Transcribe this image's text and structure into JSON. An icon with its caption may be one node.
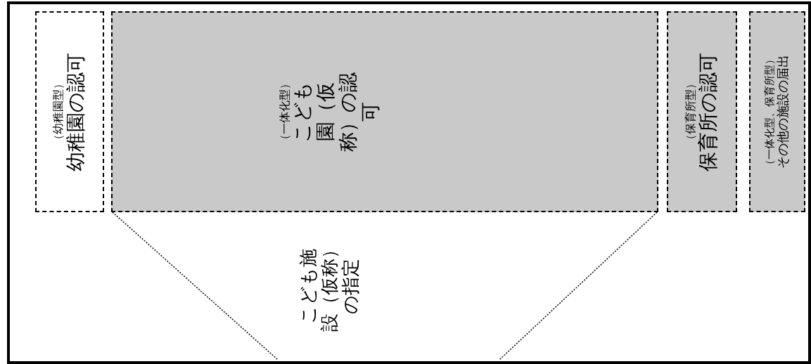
{
  "diagram": {
    "nodes": [
      {
        "text": [
          "（幼稚園型）",
          "幼稚園の認可"
        ]
      },
      {
        "text": [
          "（一体化型）",
          "こども園（仮称）の認可"
        ]
      },
      {
        "text": [
          "（保育所型）",
          "保育所の認可"
        ]
      },
      {
        "text": [
          "（一体化型、保育所型）",
          "その他の施設の届出"
        ]
      },
      {
        "text": [
          "こども施設（仮称）の指定"
        ]
      }
    ]
  }
}
